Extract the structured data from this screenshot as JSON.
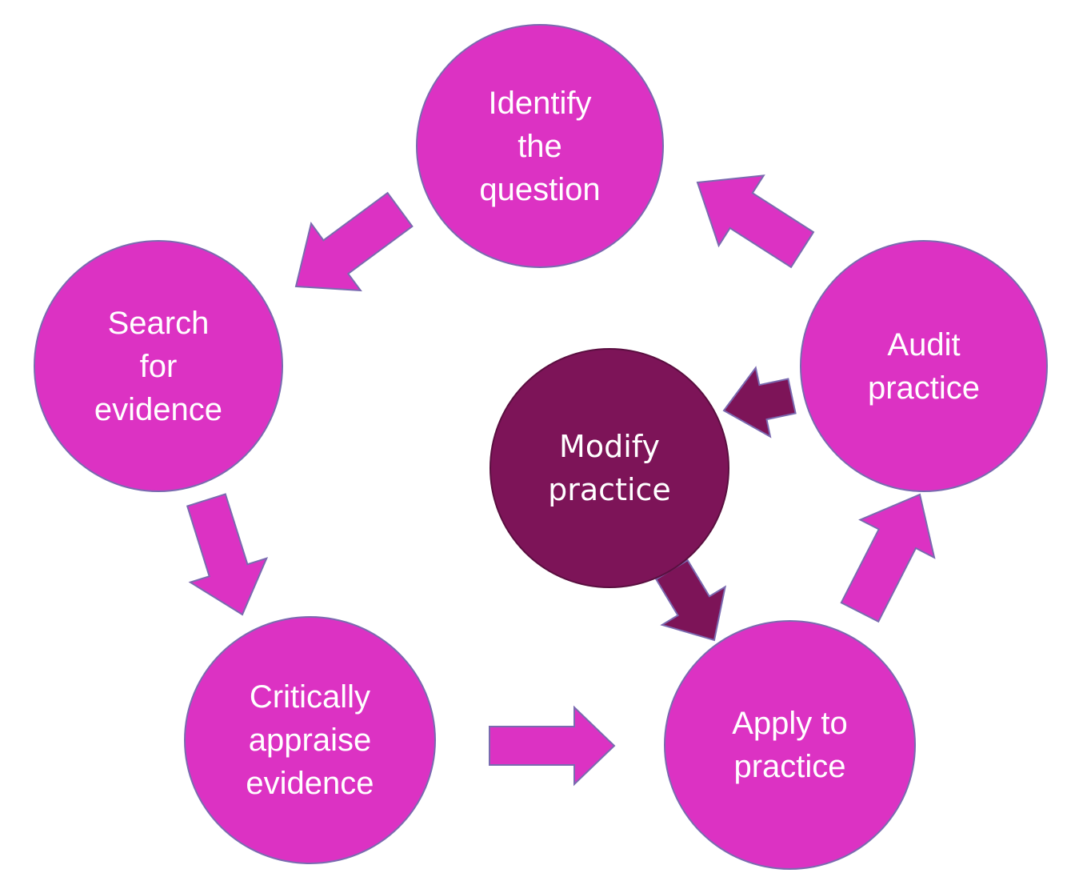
{
  "diagram": {
    "colors": {
      "outer_fill": "#dc32c3",
      "center_fill": "#7d1458",
      "outer_arrow": "#dc32c3",
      "center_arrow": "#7d1458",
      "outline": "#7a6ab0"
    },
    "nodes": {
      "identify": {
        "label": "Identify\nthe\nquestion"
      },
      "search": {
        "label": "Search\nfor\nevidence"
      },
      "appraise": {
        "label": "Critically\nappraise\nevidence"
      },
      "apply": {
        "label": "Apply to\npractice"
      },
      "audit": {
        "label": "Audit\npractice"
      },
      "modify": {
        "label": "Modify\npractice"
      }
    },
    "edges": [
      {
        "from": "identify",
        "to": "search"
      },
      {
        "from": "search",
        "to": "appraise"
      },
      {
        "from": "appraise",
        "to": "apply"
      },
      {
        "from": "apply",
        "to": "audit"
      },
      {
        "from": "audit",
        "to": "identify"
      },
      {
        "from": "audit",
        "to": "modify"
      },
      {
        "from": "modify",
        "to": "apply"
      }
    ]
  }
}
